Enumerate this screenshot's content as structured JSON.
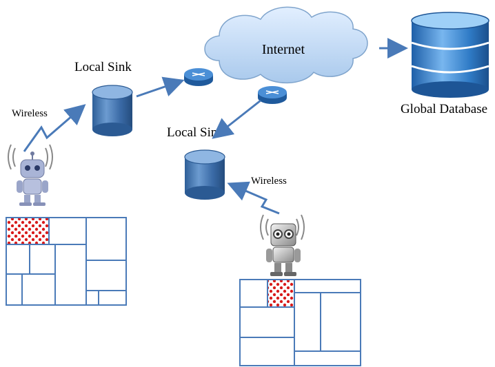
{
  "labels": {
    "internet": "Internet",
    "local_sink_1": "Local Sink",
    "local_sink_2": "Local Sink",
    "wireless_1": "Wireless",
    "wireless_2": "Wireless",
    "global_database": "Global Database"
  },
  "colors": {
    "arrow": "#4a7ab8",
    "room_line": "#4a7ab8",
    "cloud_fill": "#bcd8f4",
    "cloud_stroke": "#7fa4cc",
    "cylinder_body": "#3f6fa9",
    "router": "#2f6fb5",
    "hotspot_fill": "#ffffff",
    "hotspot_dot": "#d81b1b"
  },
  "icons": [
    "cloud-icon",
    "router-icon",
    "database-icon",
    "cylinder-icon",
    "robot-icon",
    "wireless-signal-icon"
  ]
}
